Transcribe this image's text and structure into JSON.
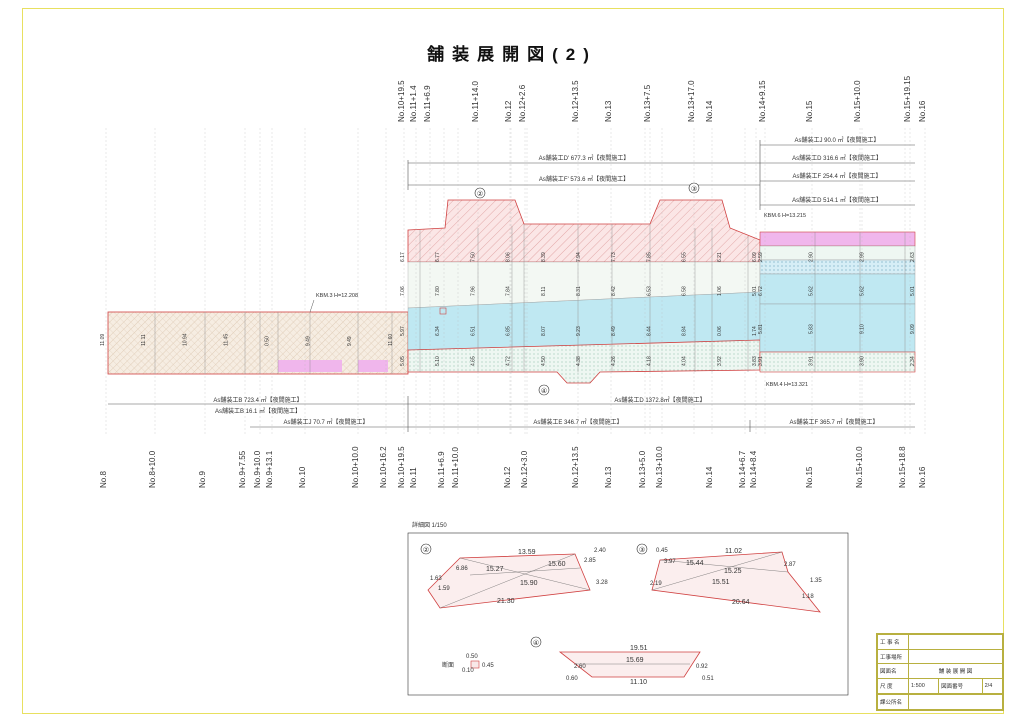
{
  "sheet": {
    "title": "舗装展開図(2)",
    "colors": {
      "red_hatch": "#f0c8c8",
      "beige_hatch": "#f2e6d6",
      "blue": "#bfe8f2",
      "green_dot": "#e4f2ec",
      "magenta": "#f0b6ec",
      "outline": "#d04040"
    }
  },
  "top_stations": [
    "No.10+19.5",
    "No.11+1.4",
    "No.11+6.9",
    "No.11+14.0",
    "No.12",
    "No.12+2.6",
    "No.12+13.5",
    "No.13",
    "No.13+7.5",
    "No.13+17.0",
    "No.14",
    "No.14+9.15",
    "No.15",
    "No.15+10.0",
    "No.15+19.15",
    "No.16"
  ],
  "bottom_stations": [
    "No.8",
    "No.8+10.0",
    "No.9",
    "No.9+7.55",
    "No.9+10.0",
    "No.9+13.1",
    "No.10",
    "No.10+10.0",
    "No.10+16.2",
    "No.10+19.5",
    "No.11",
    "No.11+6.9",
    "No.11+10.0",
    "No.12",
    "No.12+3.0",
    "No.12+13.5",
    "No.13",
    "No.13+5.0",
    "No.13+10.0",
    "No.14",
    "No.14+6.7",
    "No.14+8.4",
    "No.15",
    "No.15+10.0",
    "No.15+18.8",
    "No.16"
  ],
  "top_dims": [
    "As舗装工D' 677.3 ㎡【夜間施工】",
    "As舗装工F' 573.6 ㎡【夜間施工】",
    "As舗装工J 90.0 ㎡【夜間施工】",
    "As舗装工D 316.6 ㎡【夜間施工】",
    "As舗装工F 254.4 ㎡【夜間施工】",
    "As舗装工D 514.1 ㎡【夜間施工】"
  ],
  "bottom_dims": [
    "As舗装工B 723.4 ㎡【夜間施工】",
    "As舗装工B 16.1 ㎡【夜間施工】",
    "As舗装工J 70.7 ㎡【夜間施工】",
    "As舗装工D 1372.8㎡【夜間施工】",
    "As舗装工E 346.7 ㎡【夜間施工】",
    "As舗装工F 365.7 ㎡【夜間施工】"
  ],
  "bms": [
    "KBM.3 H=12.208",
    "KBM.6 H=13.215",
    "KBM.4 H=13.321"
  ],
  "markers": [
    "②",
    "③",
    "④"
  ],
  "plan_labels": {
    "left": [
      "11.09",
      "11.11",
      "10.94",
      "11.45",
      "0.50",
      "9.49",
      "9.49",
      "11.60"
    ],
    "mid": [
      "6.17",
      "6.77",
      "7.50",
      "8.06",
      "8.39",
      "7.94",
      "7.73",
      "7.85",
      "6.55",
      "6.21",
      "6.09",
      "7.06",
      "7.80",
      "7.96",
      "7.84",
      "8.11",
      "8.31",
      "8.42",
      "6.53",
      "6.58",
      "1.06",
      "5.01",
      "5.97",
      "6.34",
      "6.51",
      "6.85",
      "8.07",
      "9.23",
      "8.49",
      "8.44",
      "8.84",
      "0.06",
      "1.74",
      "5.05",
      "5.10",
      "4.65",
      "4.72",
      "4.50",
      "4.38",
      "4.26",
      "4.18",
      "4.04",
      "3.92",
      "3.83"
    ],
    "right": [
      "2.59",
      "2.90",
      "2.99",
      "2.63",
      "6.72",
      "5.62",
      "5.62",
      "5.01",
      "5.81",
      "5.83",
      "9.10",
      "9.09",
      "3.91",
      "3.91",
      "3.90",
      "2.34"
    ]
  },
  "detail": {
    "title": "詳細図 1/150",
    "d2": [
      "13.59",
      "15.60",
      "15.27",
      "15.90",
      "21.30",
      "2.40",
      "2.85",
      "3.28",
      "1.63",
      "1.59",
      "6.86"
    ],
    "d3": [
      "11.02",
      "15.44",
      "15.25",
      "15.51",
      "20.64",
      "0.45",
      "3.97",
      "2.87",
      "1.35",
      "1.18",
      "2.19"
    ],
    "d4": [
      "19.51",
      "15.69",
      "11.10",
      "0.60",
      "2.60",
      "0.51",
      "0.92"
    ],
    "section_label": "断面",
    "section_vals": [
      "0.50",
      "0.45",
      "0.10"
    ]
  },
  "title_block": {
    "rows": [
      {
        "key": "工 事 名",
        "val": ""
      },
      {
        "key": "工事場所",
        "val": ""
      },
      {
        "key": "図面名",
        "val": "舗 装 展 開 図"
      },
      {
        "key": "尺 度",
        "val": "1:500",
        "key2": "図面番号",
        "val2": "2/4"
      },
      {
        "key": "",
        "val": ""
      },
      {
        "key": "課公所名",
        "val": ""
      }
    ]
  }
}
